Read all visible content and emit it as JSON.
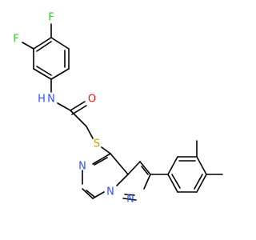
{
  "molecule": {
    "colors": {
      "bond": "#000000",
      "F": "#33cc33",
      "N": "#3050f8",
      "O": "#ff0d0d",
      "S": "#c8a000",
      "background": "#ffffff"
    },
    "labels": {
      "f_top": "F",
      "f_left": "F",
      "nh": "N",
      "h": "H",
      "o": "O",
      "s": "S",
      "n_pyrazine": "N",
      "n_bridge": "N",
      "n_pyrazole": "N"
    }
  }
}
